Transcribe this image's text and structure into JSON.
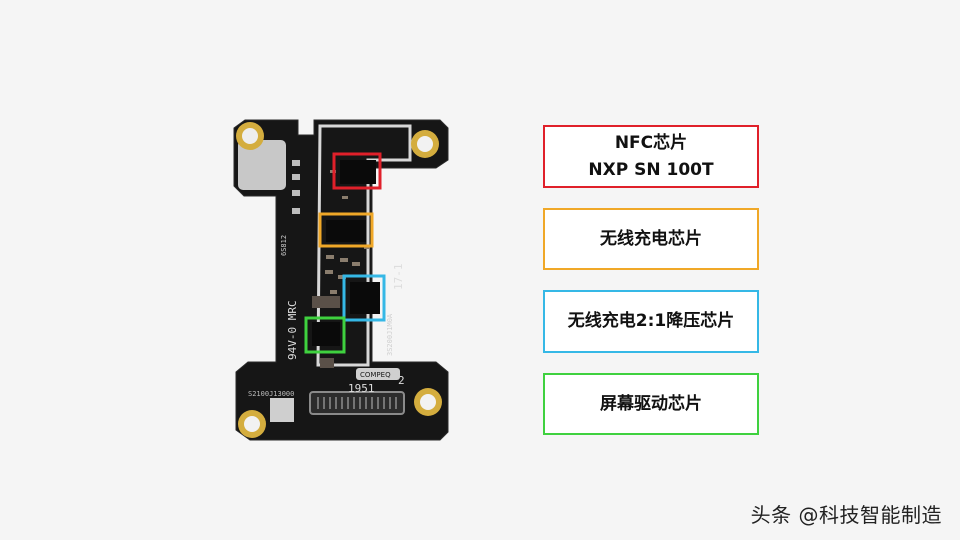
{
  "labels": {
    "nfc": {
      "line1": "NFC芯片",
      "line2": "NXP SN 100T",
      "color": "#e0202a"
    },
    "wireless_charging": {
      "line1": "无线充电芯片",
      "color": "#f0a828"
    },
    "step_down": {
      "line1": "无线充电2:1降压芯片",
      "color": "#35b8e6"
    },
    "display_driver": {
      "line1": "屏幕驱动芯片",
      "color": "#3fd13f"
    }
  },
  "board_print": {
    "rating": "94V-0 MRC",
    "part_code": "17-1",
    "small_code": "6S812",
    "serial": "3S200J1M0A",
    "date_code": "1951",
    "num": "2",
    "barcode": "S2100J13000",
    "brand_tag": "COMPEQ"
  },
  "watermark": "头条 @科技智能制造"
}
